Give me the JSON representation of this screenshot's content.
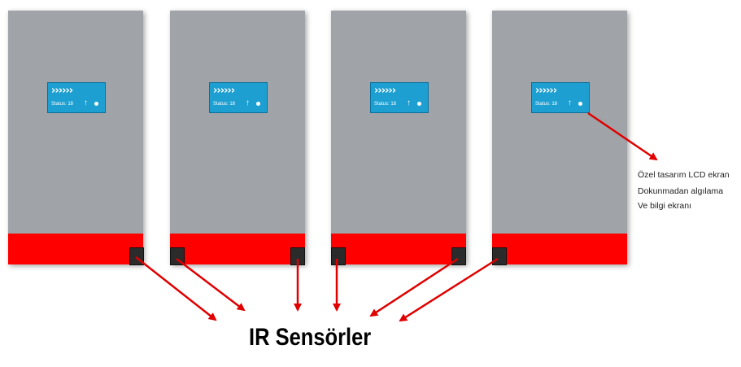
{
  "panels": [
    {
      "lcd": {
        "chevrons": "››››››",
        "status": "Status: 18"
      }
    },
    {
      "lcd": {
        "chevrons": "››››››",
        "status": "Status: 18"
      }
    },
    {
      "lcd": {
        "chevrons": "››››››",
        "status": "Status: 18"
      }
    },
    {
      "lcd": {
        "chevrons": "››››››",
        "status": "Status: 18"
      }
    }
  ],
  "caption": "IR Sensörler",
  "annotation": {
    "line1": "Özel tasarım LCD ekran",
    "line2": "Dokunmadan algılama",
    "line3": "Ve bilgi ekranı"
  },
  "colors": {
    "panel": "#a0a3a8",
    "strip": "#ff0000",
    "lcd": "#1e9fd2",
    "arrow": "#e00000",
    "sensor": "#2b2b2b"
  }
}
